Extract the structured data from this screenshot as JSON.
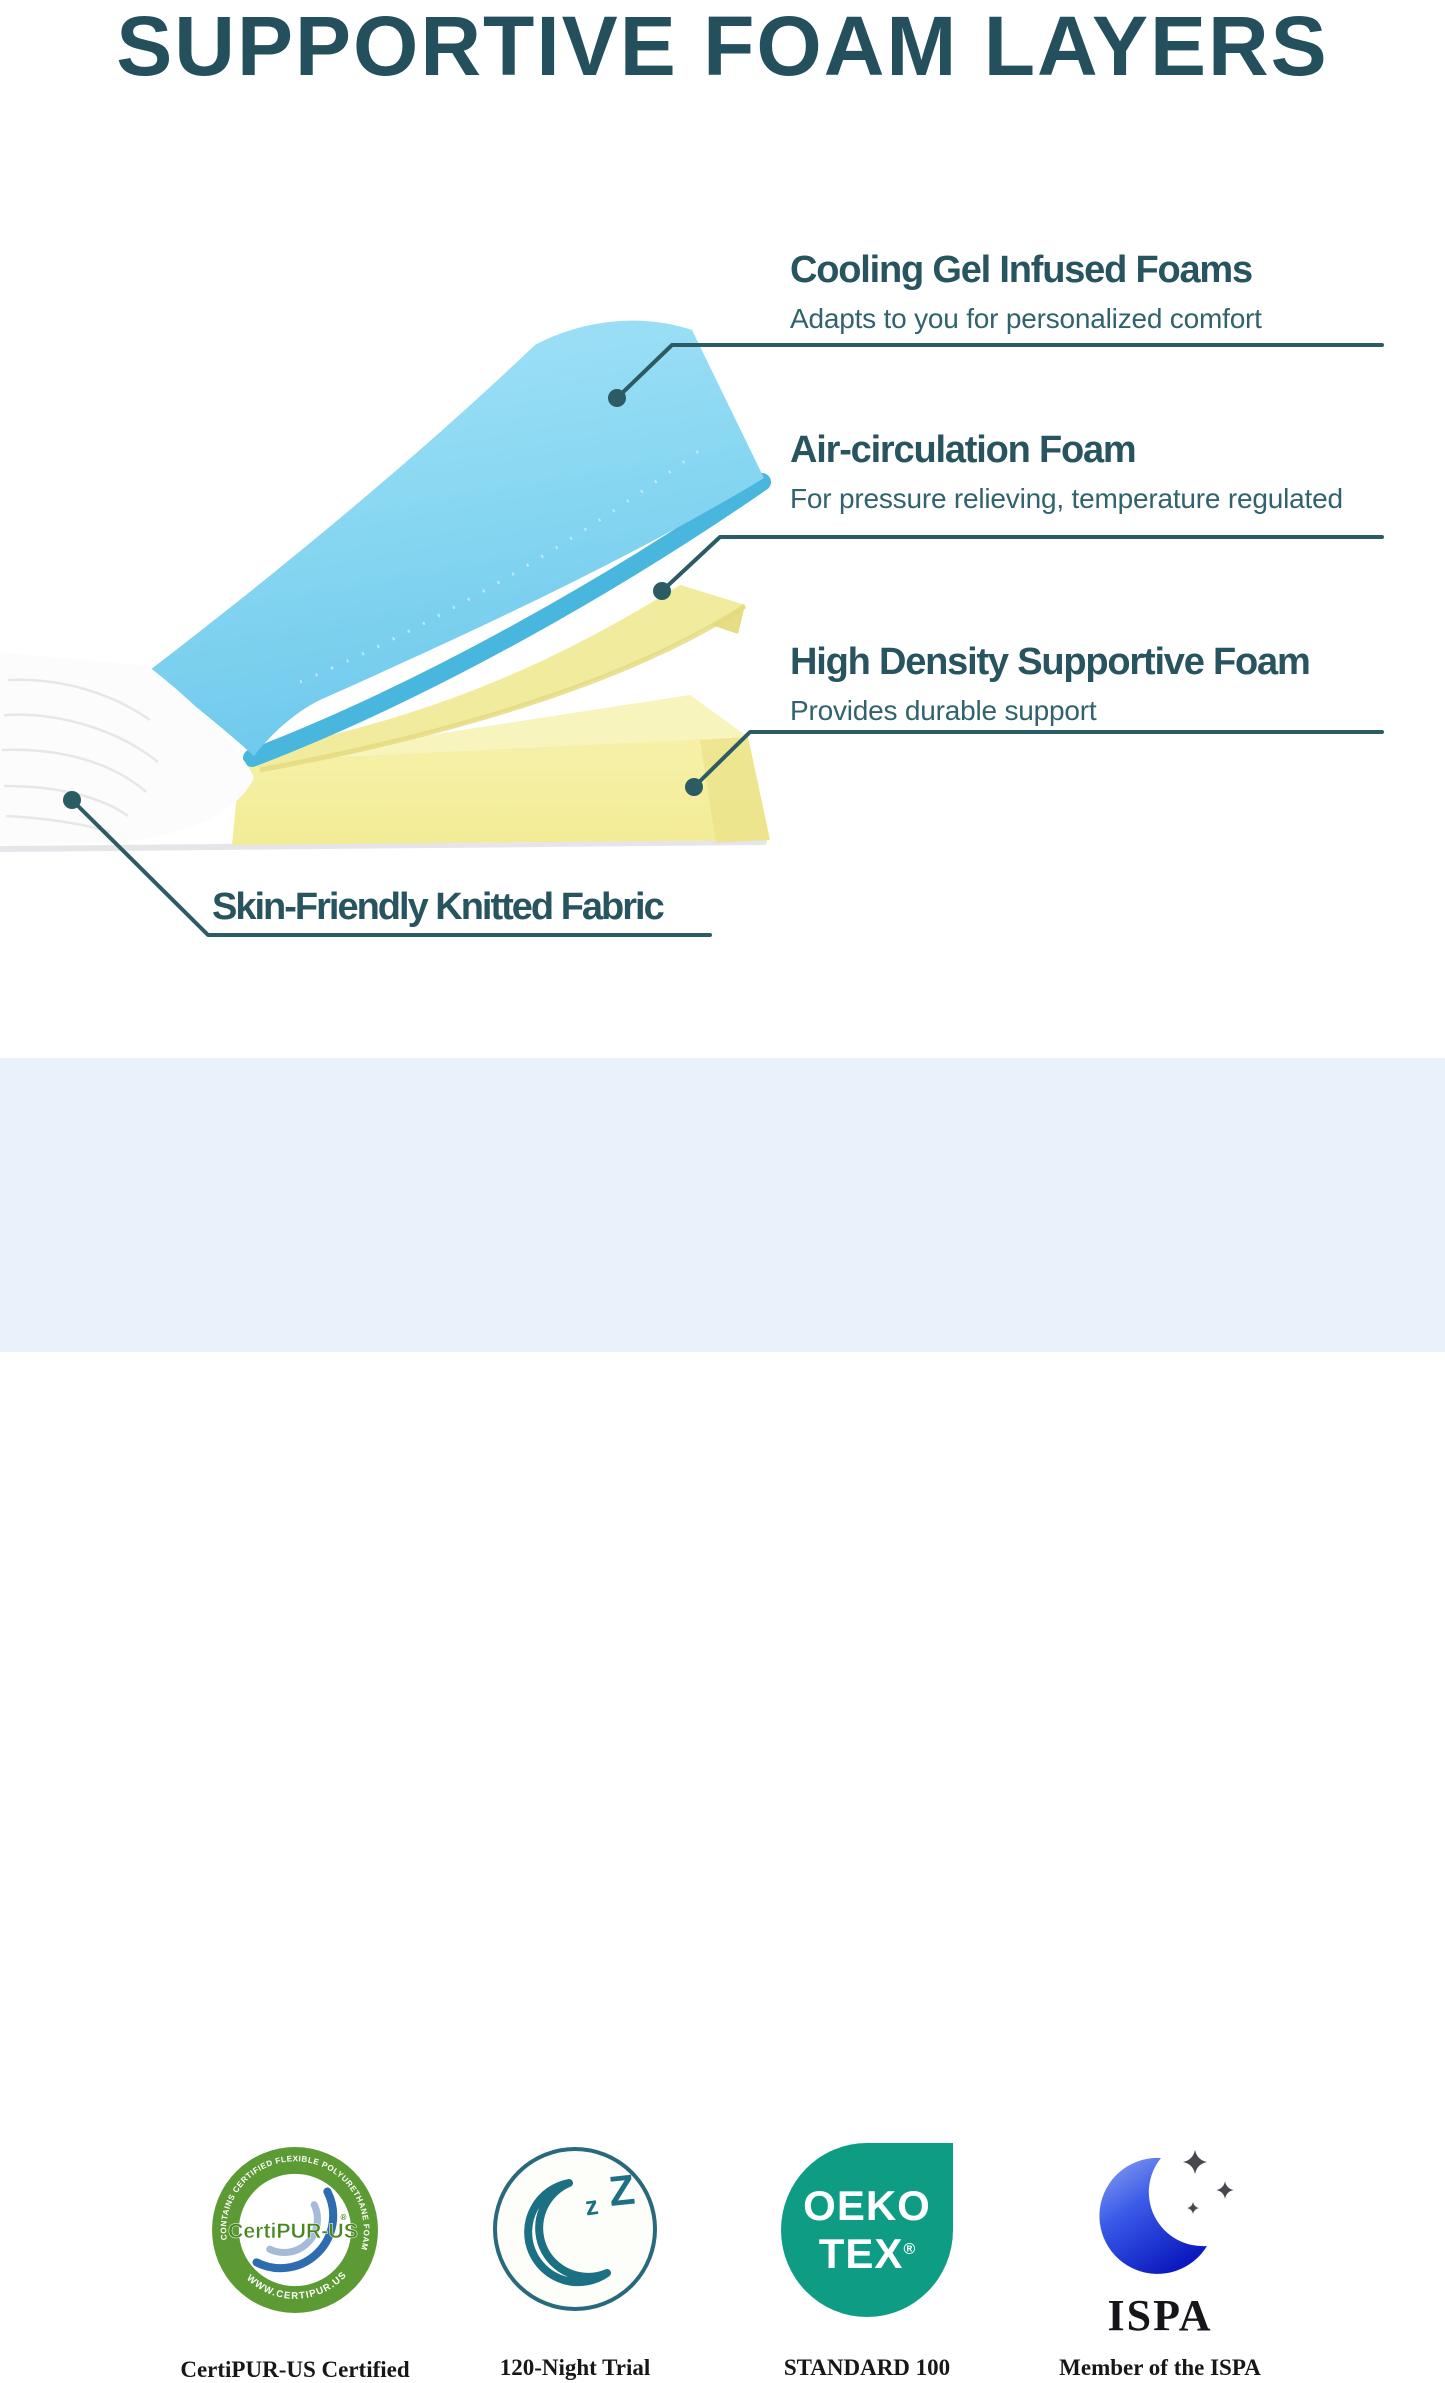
{
  "page": {
    "title": "SUPPORTIVE FOAM LAYERS"
  },
  "colors": {
    "accent_teal": "#24505e",
    "subtitle_teal": "#31626d",
    "leader_line": "#2b5b63",
    "band_background": "#e9f1fb",
    "gel_foam_blue": "#86d6f1",
    "air_foam_yellow": "#f1eb9e",
    "base_foam_yellow": "#f4efa0",
    "fabric_white": "#fcfcfd",
    "oeko_green": "#0e9c85",
    "certipur_ring_green": "#5c9a33",
    "certipur_text_green": "#47871f",
    "moon_teal": "#1b7183",
    "ispa_blue": "#0c1bbf"
  },
  "callouts": [
    {
      "title": "Cooling Gel Infused Foams",
      "description": "Adapts to you for personalized comfort"
    },
    {
      "title": "Air-circulation Foam",
      "description": "For pressure relieving, temperature regulated"
    },
    {
      "title": "High Density Supportive Foam",
      "description": "Provides durable support"
    },
    {
      "title": "Skin-Friendly Knitted Fabric"
    }
  ],
  "badges": [
    {
      "label": "CertiPUR-US Certified",
      "seal_top_text": "CONTAINS CERTIFIED FLEXIBLE POLYURETHANE FOAM",
      "seal_bottom_text": "WWW.CERTIPUR.US",
      "seal_center_text": "CertiPUR-US",
      "reg_mark": "®"
    },
    {
      "label": "120-Night Trial",
      "z_small": "z",
      "z_large": "Z"
    },
    {
      "label": "STANDARD 100",
      "drop_line1": "OEKO",
      "drop_line2": "TEX",
      "reg_mark": "®"
    },
    {
      "label": "Member of the ISPA",
      "wordmark": "ISPA"
    }
  ]
}
